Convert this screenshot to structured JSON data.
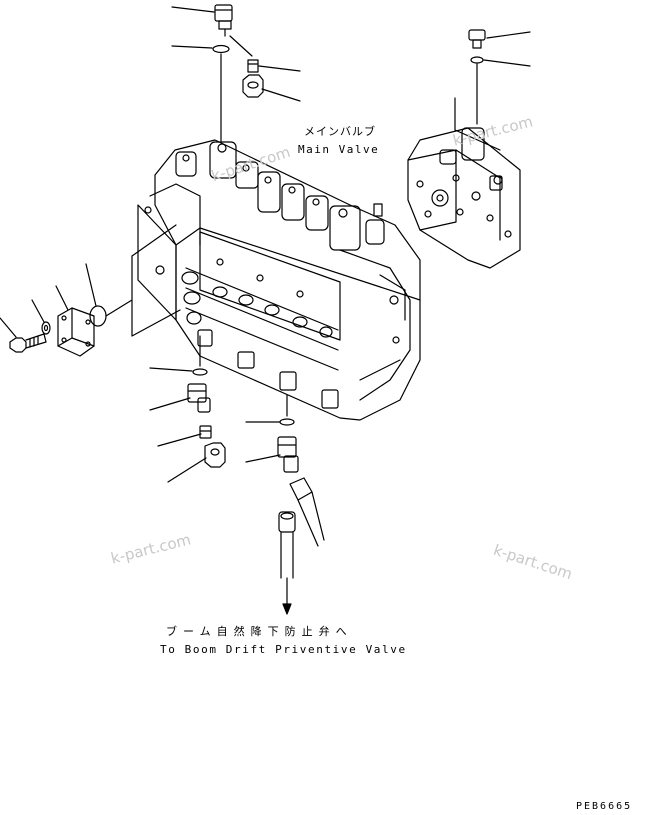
{
  "main_valve": {
    "label_jp": "メインバルブ",
    "label_en": "Main Valve"
  },
  "destination": {
    "label_jp": "ブーム自然降下防止弁へ",
    "label_en": "To Boom Drift Priventive Valve"
  },
  "drawing_code": "PEB6665",
  "watermark": {
    "text": "k-part.com"
  },
  "colors": {
    "line": "#000000",
    "background": "#ffffff",
    "watermark": "#c8c8c8"
  }
}
